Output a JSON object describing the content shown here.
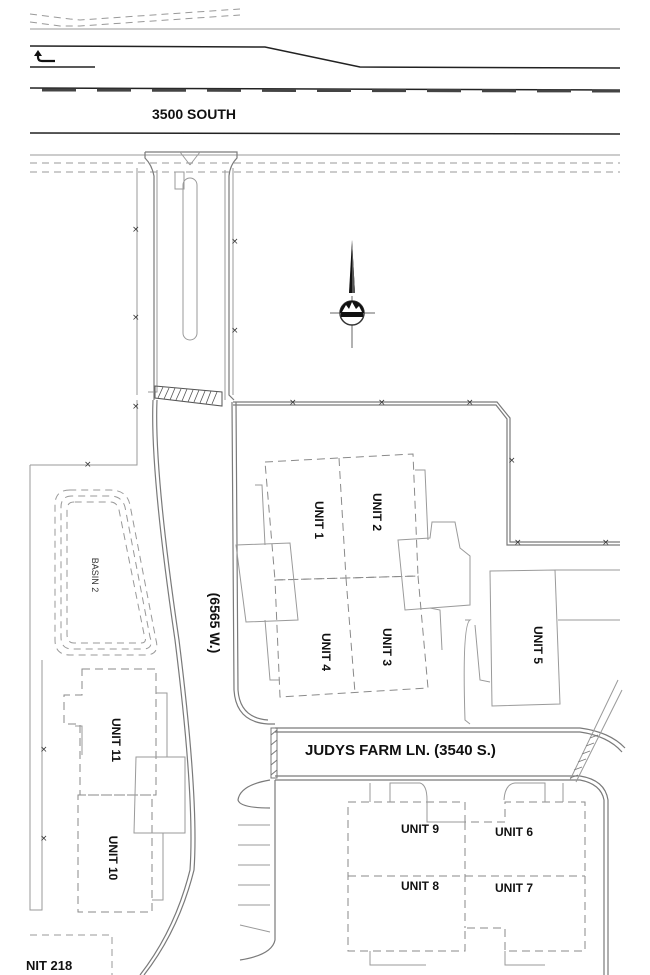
{
  "plan": {
    "roads": {
      "main_road": "3500 SOUTH",
      "side_road": "(6565 W.)",
      "lane": "JUDYS FARM LN. (3540 S.)"
    },
    "basin": "BASIN 2",
    "north_arrow": {
      "label": "NORTH",
      "icon": "north-arrow-icon"
    },
    "units": [
      {
        "id": "unit-1",
        "label": "UNIT 1"
      },
      {
        "id": "unit-2",
        "label": "UNIT 2"
      },
      {
        "id": "unit-3",
        "label": "UNIT 3"
      },
      {
        "id": "unit-4",
        "label": "UNIT 4"
      },
      {
        "id": "unit-5",
        "label": "UNIT 5"
      },
      {
        "id": "unit-6",
        "label": "UNIT 6"
      },
      {
        "id": "unit-7",
        "label": "UNIT 7"
      },
      {
        "id": "unit-8",
        "label": "UNIT 8"
      },
      {
        "id": "unit-9",
        "label": "UNIT 9"
      },
      {
        "id": "unit-10",
        "label": "UNIT 10"
      },
      {
        "id": "unit-11",
        "label": "UNIT 11"
      }
    ],
    "corner_note": "NIT 218",
    "fence_marker": "×",
    "turn_arrow": "left-turn-arrow-icon"
  }
}
